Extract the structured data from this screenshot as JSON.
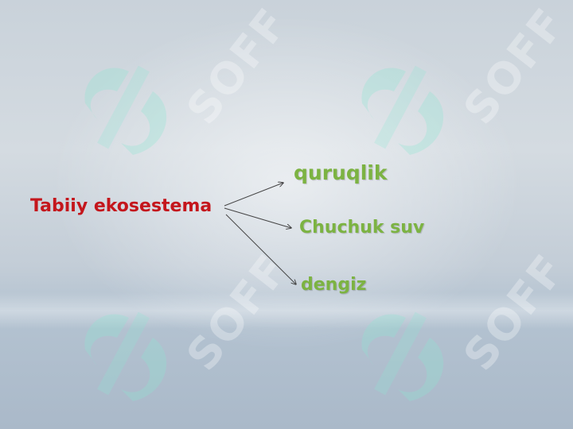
{
  "diagram": {
    "root": {
      "label": "Tabiiy ekosestema"
    },
    "branches": [
      {
        "label": "quruqlik"
      },
      {
        "label": "Chuchuk suv"
      },
      {
        "label": "dengiz"
      }
    ]
  },
  "watermark": {
    "text": "SOFF",
    "icon": "soff-logo-icon"
  },
  "colors": {
    "root": "#c4161c",
    "branch": "#7cb342",
    "arrow": "#444444"
  }
}
